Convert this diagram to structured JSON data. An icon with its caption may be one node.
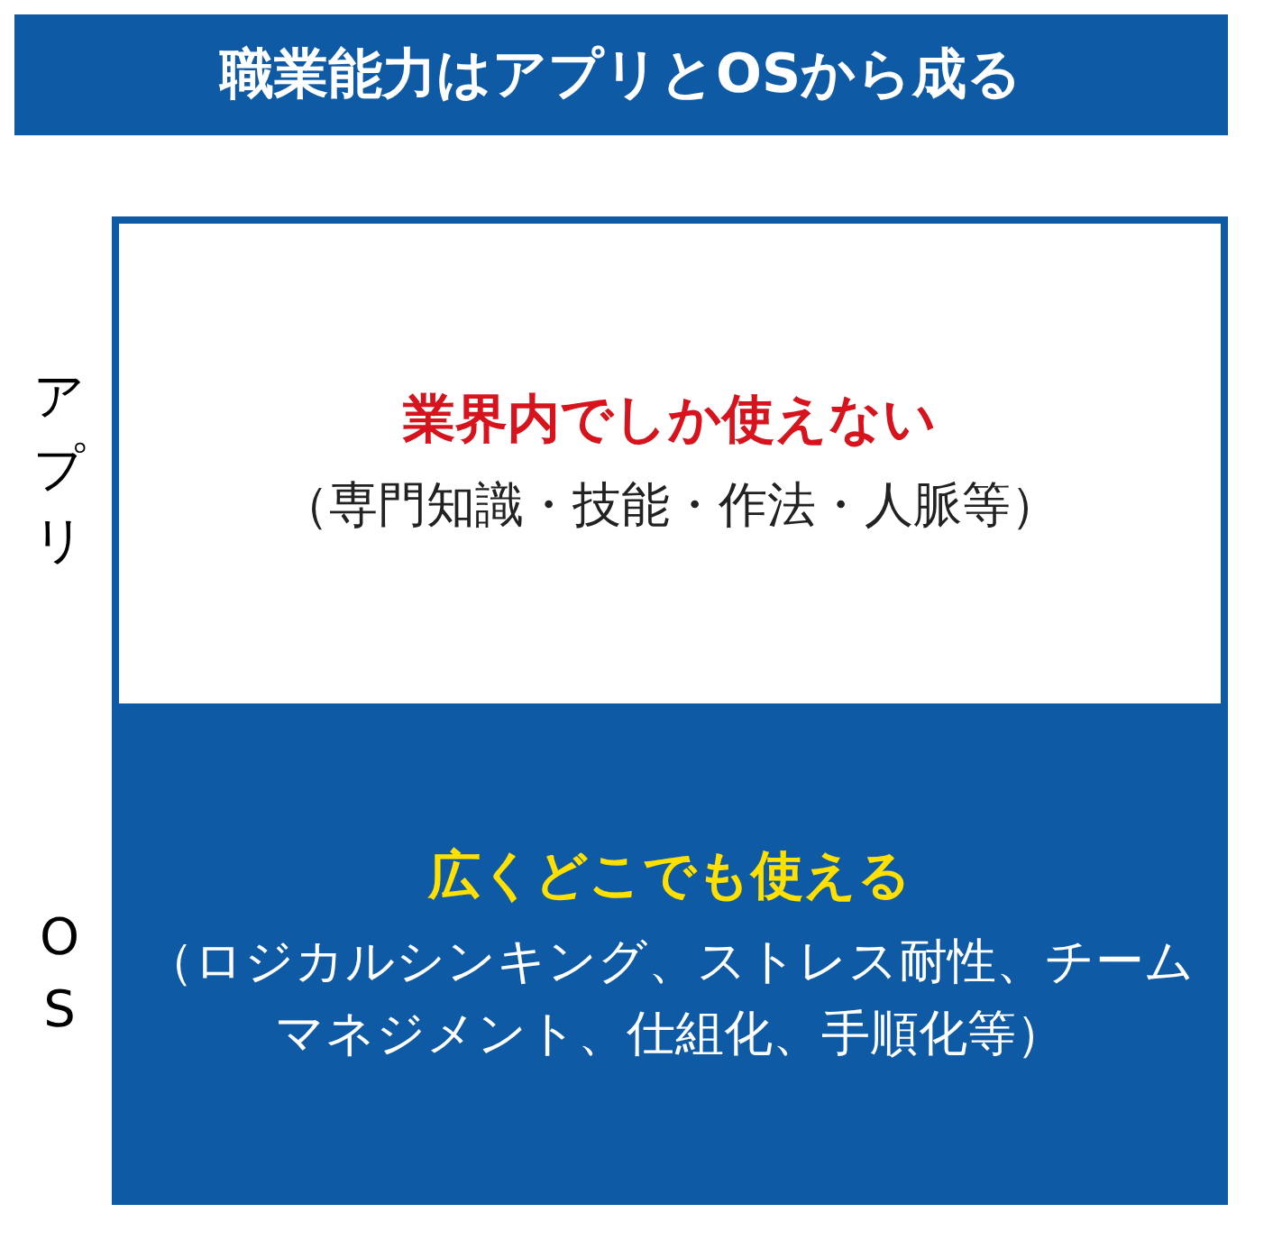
{
  "diagram": {
    "title": "職業能力はアプリとOSから成る",
    "nodes": [
      {
        "text": [
          "業界内でしか使えない",
          "（専門知識・技能・作法・人脈等）"
        ],
        "beside": [
          "アプリ"
        ]
      },
      {
        "text": [
          "広くどこでも使える",
          "（ロジカルシンキング、ストレス耐性、チームマネジメント、仕組化、手順化等）"
        ],
        "beside": [
          "OS"
        ]
      }
    ]
  }
}
